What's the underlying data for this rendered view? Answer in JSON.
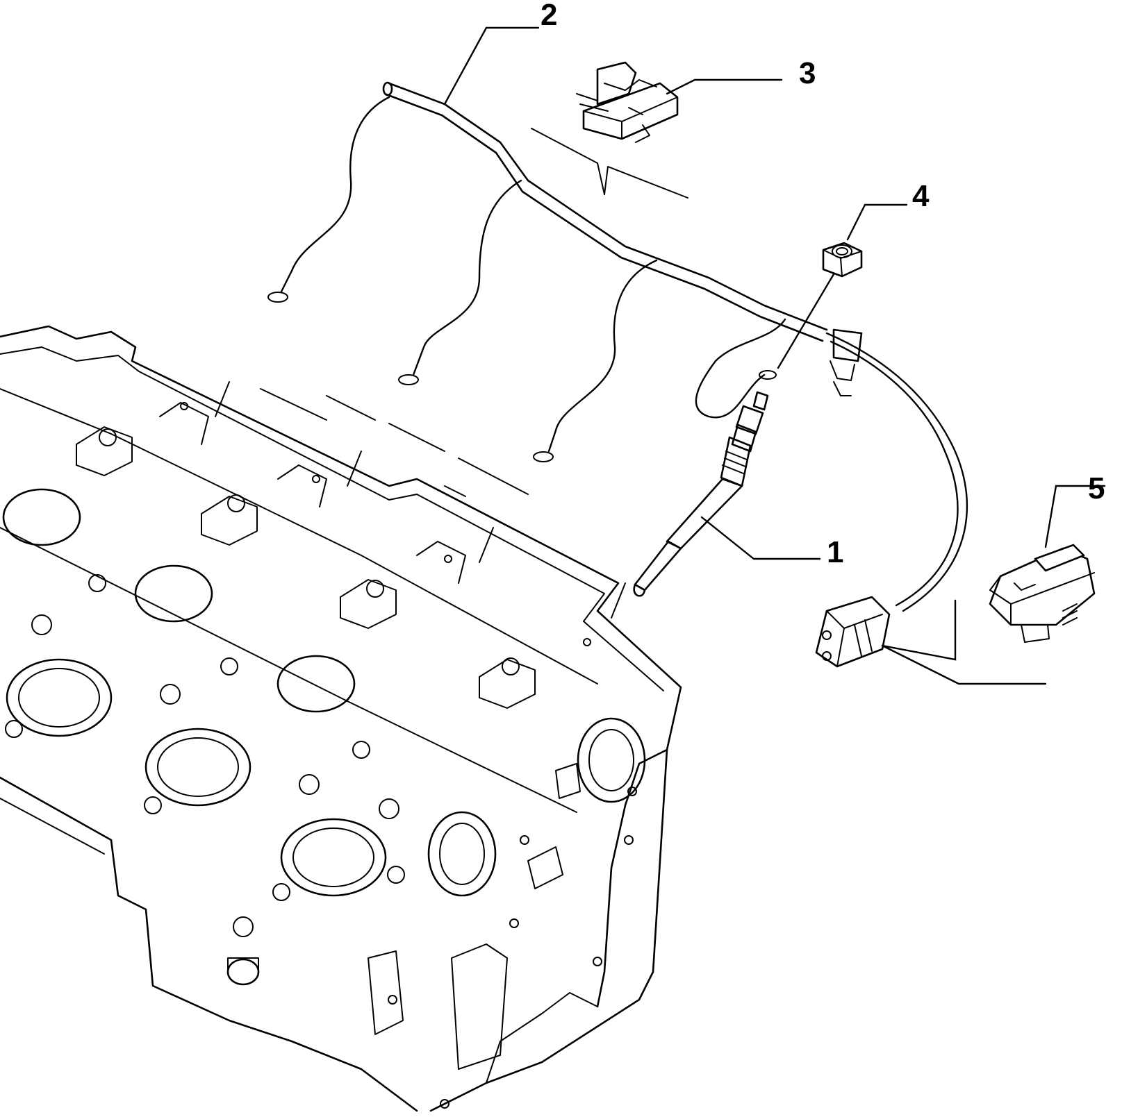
{
  "callouts": [
    {
      "id": "1",
      "label": "1",
      "part": "glow-plug"
    },
    {
      "id": "2",
      "label": "2",
      "part": "wiring-harness"
    },
    {
      "id": "3",
      "label": "3",
      "part": "harness-bracket"
    },
    {
      "id": "4",
      "label": "4",
      "part": "nut"
    },
    {
      "id": "5",
      "label": "5",
      "part": "connector"
    }
  ],
  "colors": {
    "line": "#000000",
    "background": "#ffffff"
  }
}
